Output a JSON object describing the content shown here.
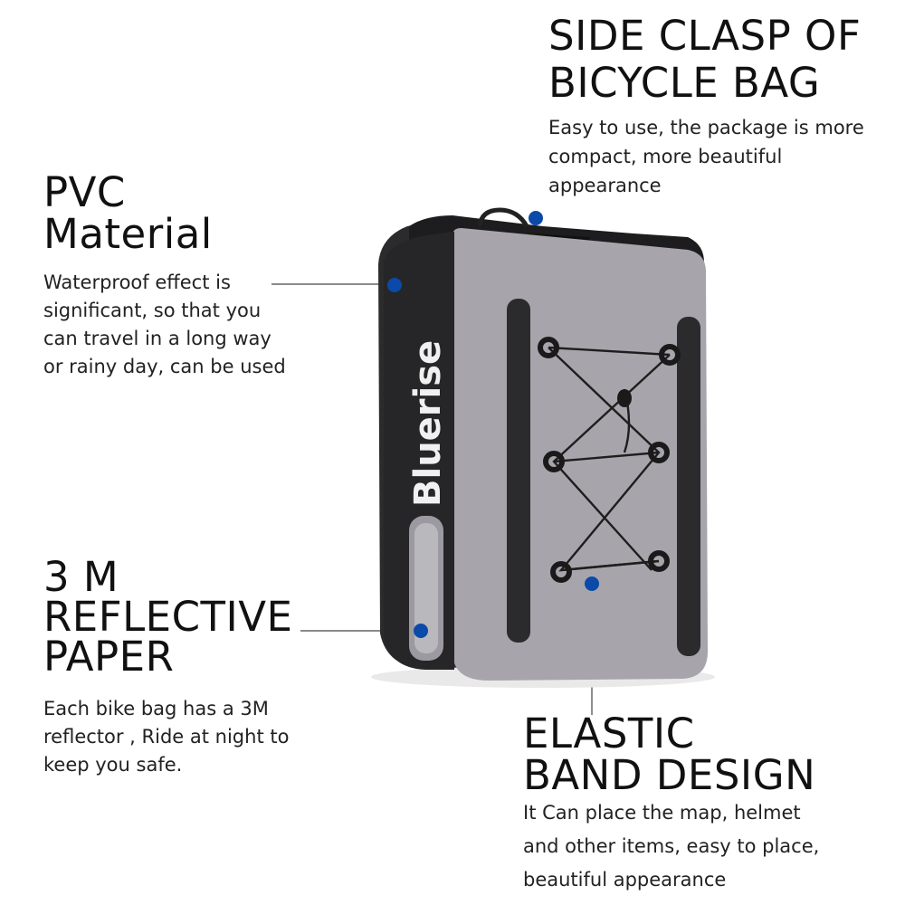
{
  "features": [
    {
      "id": "side-clasp",
      "title": "SIDE CLASP OF\nBICYCLE BAG",
      "text": "Easy to use, the package is more\ncompact, more beautiful\nappearance"
    },
    {
      "id": "pvc",
      "title": "PVC\nMaterial",
      "text": "Waterproof effect  is\nsignificant, so that you\ncan travel in a long way\nor rainy day, can be used"
    },
    {
      "id": "reflective",
      "title": "3 M\nREFLECTIVE\nPAPER",
      "text": "Each bike bag has a 3M\nreflector , Ride at night to\nkeep you safe."
    },
    {
      "id": "elastic",
      "title": "ELASTIC\nBAND DESIGN",
      "text": "It Can place the map, helmet\nand other items, easy to place,\nbeautiful appearance"
    }
  ],
  "product": {
    "brand_logo": "Bluerise"
  },
  "colors": {
    "marker": "#0b4aa8",
    "bag_gray": "#a7a5ab",
    "bag_dark": "#2b2b2d"
  }
}
